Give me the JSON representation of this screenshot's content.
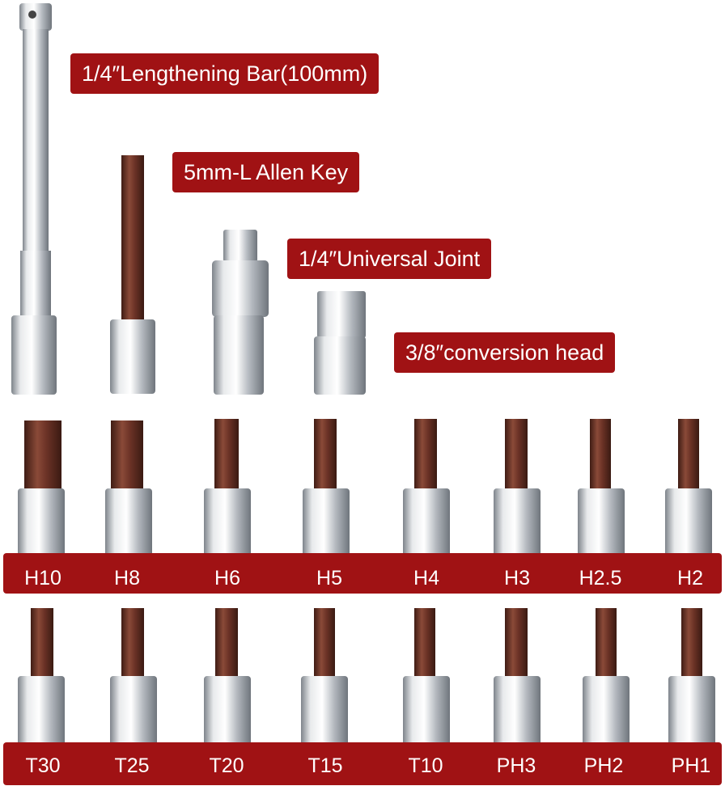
{
  "top_labels": {
    "lengthening_bar": "1/4″Lengthening Bar(100mm)",
    "allen_key": "5mm-L Allen Key",
    "universal_joint": "1/4″Universal Joint",
    "conversion_head": "3/8″conversion head"
  },
  "hex_row": [
    "H10",
    "H8",
    "H6",
    "H5",
    "H4",
    "H3",
    "H2.5",
    "H2"
  ],
  "torx_phillips_row": [
    "T30",
    "T25",
    "T20",
    "T15",
    "T10",
    "PH3",
    "PH2",
    "PH1"
  ],
  "colors": {
    "label_bg": "#a01214",
    "label_text": "#ffffff",
    "bit_brown": "#6b3226",
    "chrome": "#c9cdd2"
  }
}
